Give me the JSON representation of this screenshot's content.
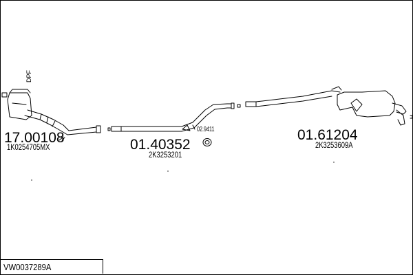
{
  "ref": "VW0037289A",
  "dpf_label": "DPF",
  "parts": {
    "front": {
      "number": "17.00108",
      "oem": "1K0254705MX"
    },
    "middle": {
      "number": "01.40352",
      "oem": "2K3253201"
    },
    "clamp": {
      "number": "02.9411"
    },
    "rear": {
      "number": "01.61204",
      "oem": "2K3253609A"
    }
  },
  "colors": {
    "stroke": "#000000",
    "background": "#ffffff"
  }
}
